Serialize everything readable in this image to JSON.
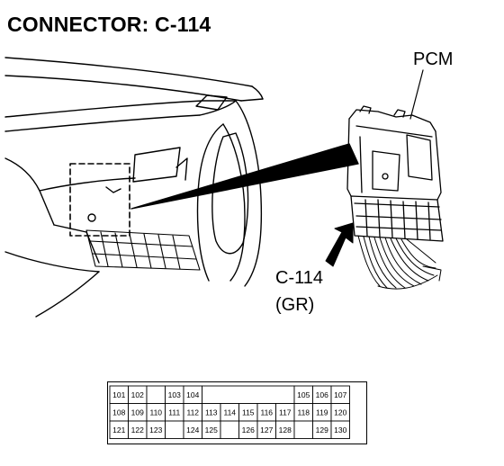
{
  "title": "CONNECTOR: C-114",
  "labels": {
    "module": "PCM",
    "connector_id": "C-114",
    "connector_color": "(GR)"
  },
  "connector_pins": {
    "rows": [
      [
        {
          "pin": "101"
        },
        {
          "pin": "102"
        },
        {
          "pin": ""
        },
        {
          "pin": "103"
        },
        {
          "pin": "104"
        },
        {
          "pin": "",
          "span": 5,
          "blank": true
        },
        {
          "pin": "105"
        },
        {
          "pin": "106"
        },
        {
          "pin": "107"
        }
      ],
      [
        {
          "pin": "108"
        },
        {
          "pin": "109"
        },
        {
          "pin": "110"
        },
        {
          "pin": "111"
        },
        {
          "pin": "112"
        },
        {
          "pin": "113"
        },
        {
          "pin": "114"
        },
        {
          "pin": "115"
        },
        {
          "pin": "116"
        },
        {
          "pin": "117"
        },
        {
          "pin": "118"
        },
        {
          "pin": "119"
        },
        {
          "pin": "120"
        }
      ],
      [
        {
          "pin": "121"
        },
        {
          "pin": "122"
        },
        {
          "pin": "123"
        },
        {
          "pin": ""
        },
        {
          "pin": "124"
        },
        {
          "pin": "125"
        },
        {
          "pin": ""
        },
        {
          "pin": "126"
        },
        {
          "pin": "127"
        },
        {
          "pin": "128"
        },
        {
          "pin": ""
        },
        {
          "pin": "129"
        },
        {
          "pin": "130"
        }
      ]
    ]
  }
}
